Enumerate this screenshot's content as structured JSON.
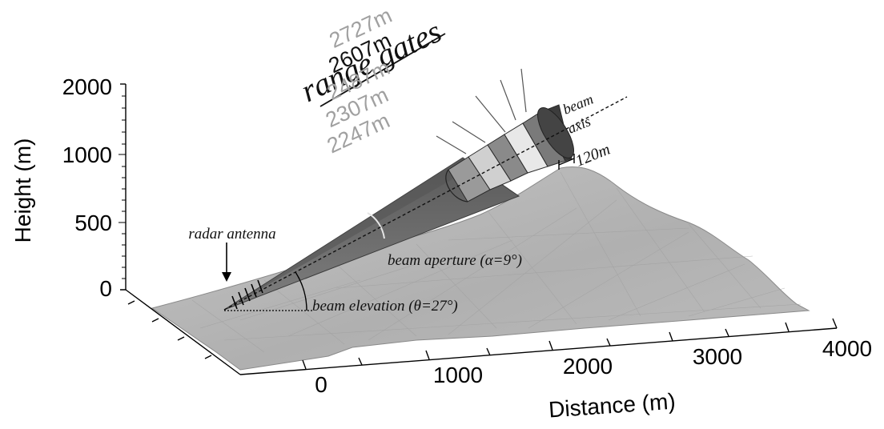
{
  "axes": {
    "y_label": "Height (m)",
    "y_ticks": [
      "2000",
      "1000",
      "500",
      "0"
    ],
    "x_label": "Distance (m)",
    "x_ticks": [
      "0",
      "1000",
      "2000",
      "3000",
      "4000"
    ]
  },
  "annotations": {
    "radar_antenna": "radar antenna",
    "beam_axis_1": "beam",
    "beam_axis_2": "axis",
    "gate_width": "120m",
    "beam_aperture": "beam aperture (α=9°)",
    "beam_elevation": "beam elevation (θ=27°)",
    "range_gates_title": "range gates"
  },
  "range_gates": [
    {
      "label": "2247m",
      "highlight": false
    },
    {
      "label": "2307m",
      "highlight": false
    },
    {
      "label": "2487m",
      "highlight": false
    },
    {
      "label": "2607m",
      "highlight": true
    },
    {
      "label": "2727m",
      "highlight": false
    }
  ],
  "colors": {
    "terrain": "#b3b3b3",
    "beam": "#6e6e6e",
    "gate_label": "#a0a0a0",
    "gate_label_highlight": "#111111"
  }
}
